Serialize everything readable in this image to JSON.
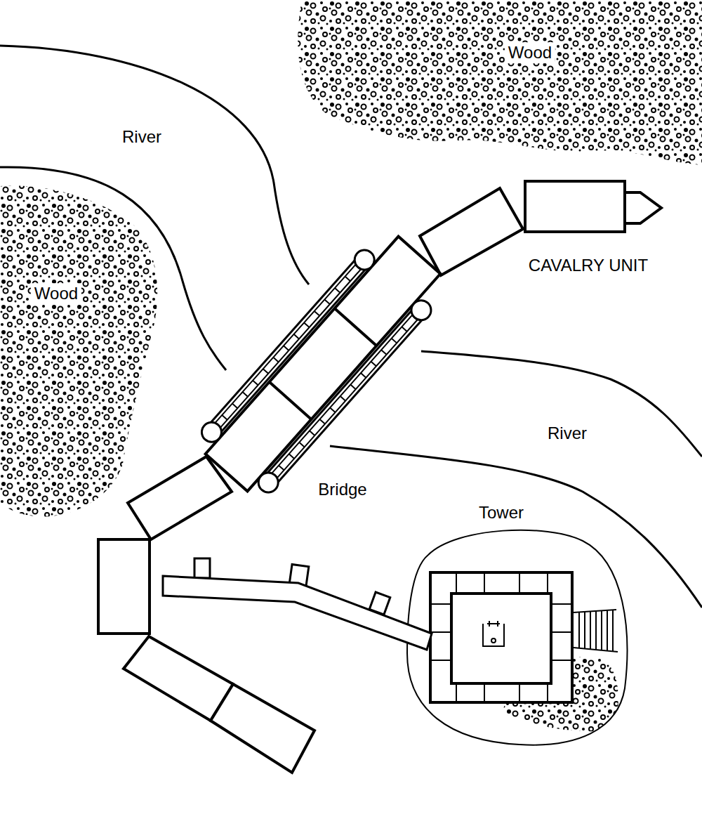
{
  "diagram": {
    "labels": [
      "Wood",
      "River",
      "Wood",
      "CAVALRY UNIT",
      "River",
      "Bridge",
      "Tower"
    ]
  }
}
